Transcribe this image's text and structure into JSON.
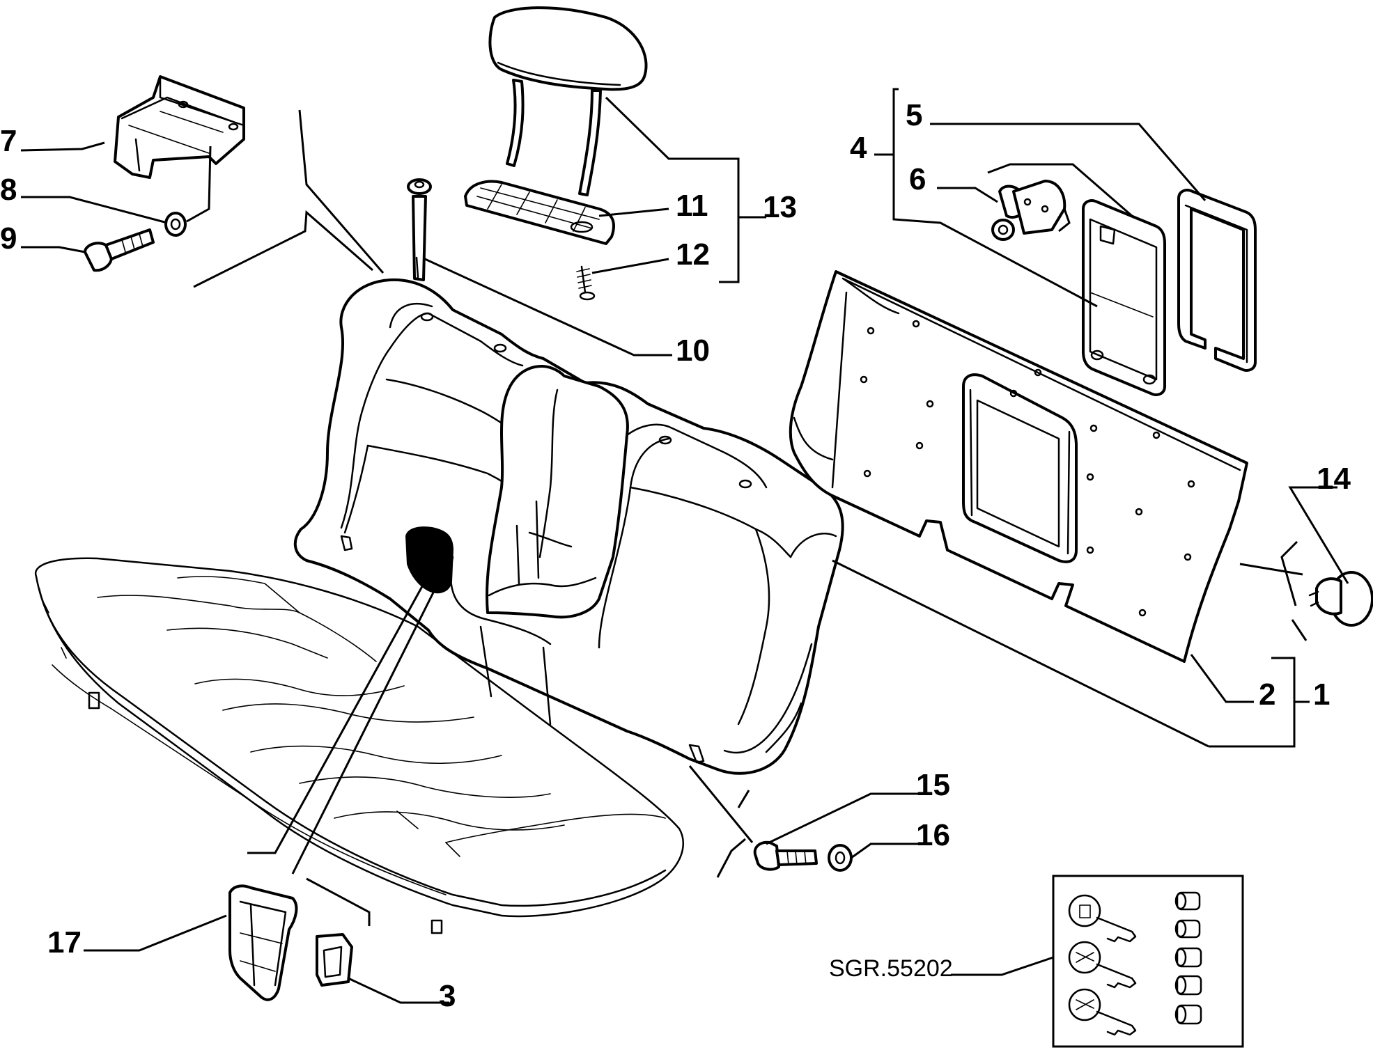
{
  "figure": {
    "reference_code": "SGR.55202",
    "callouts": [
      "1",
      "2",
      "3",
      "4",
      "5",
      "6",
      "7",
      "8",
      "9",
      "10",
      "11",
      "12",
      "13",
      "14",
      "15",
      "16",
      "17"
    ]
  }
}
